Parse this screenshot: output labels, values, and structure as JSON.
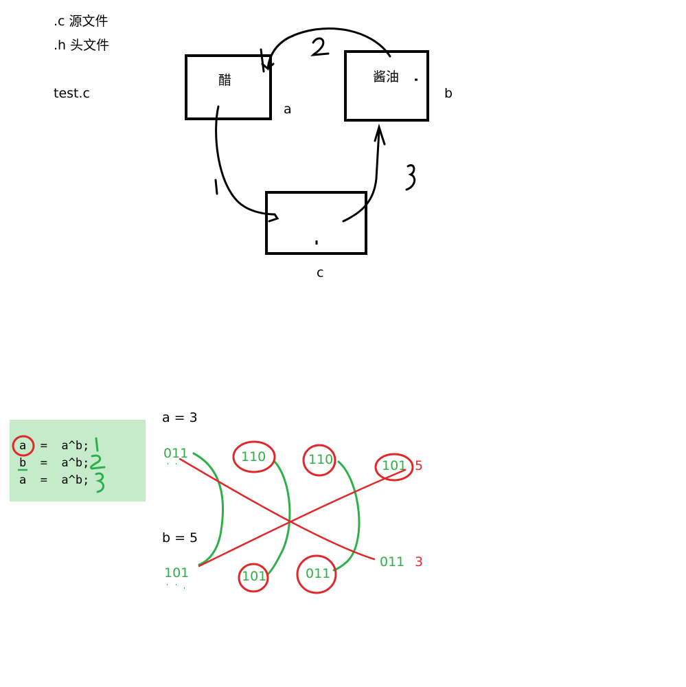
{
  "notes": {
    "line1": ".c  源文件",
    "line2": ".h 头文件",
    "line3": "test.c"
  },
  "top_diagram": {
    "box_a": {
      "text": "醋",
      "label": "a"
    },
    "box_b": {
      "text": "酱油",
      "label": "b"
    },
    "box_c": {
      "text": "",
      "label": "c"
    },
    "step_labels": [
      "1",
      "2",
      "3"
    ]
  },
  "code": {
    "lines": [
      "a  =  a^b;",
      "b  =  a^b;",
      "a  =  a^b;"
    ],
    "step_marks": [
      "1",
      "2",
      "3"
    ]
  },
  "xor_demo": {
    "a_label": "a = 3",
    "b_label": "b = 5",
    "a_bits": "011",
    "b_bits": "101",
    "step1_top": "110",
    "step1_bottom": "101",
    "step2_top": "110",
    "step2_bottom": "011",
    "final_top": "101",
    "final_top_value": "5",
    "final_bottom": "011",
    "final_bottom_value": "3"
  },
  "colors": {
    "green": "#2eaf4a",
    "red": "#e0282a",
    "code_bg": "#c6ebcb"
  }
}
